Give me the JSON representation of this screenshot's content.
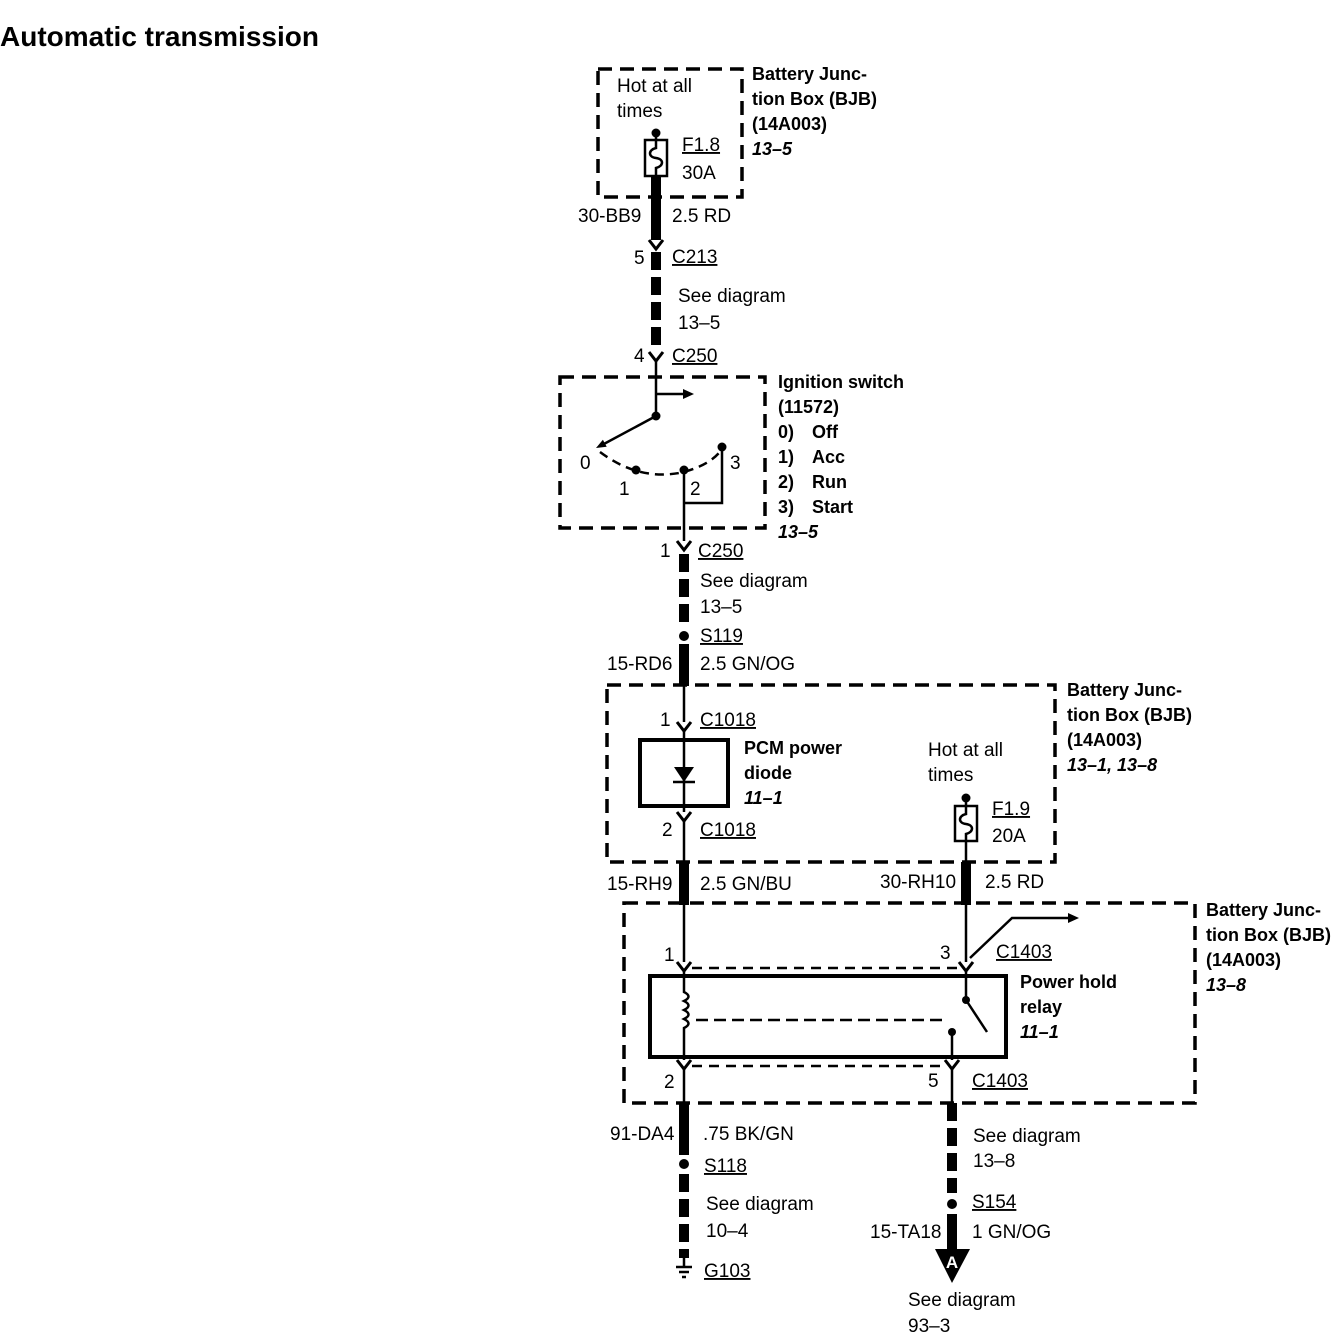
{
  "title": "Automatic transmission",
  "bjb_fuse_f18": {
    "supply": [
      "Hot at all",
      "times"
    ],
    "fuse_id": "F1.8",
    "fuse_rating": "30A",
    "component": [
      "Battery Junc-",
      "tion Box (BJB)",
      "(14A003)"
    ],
    "ref": "13–5"
  },
  "wire_30_bb9": {
    "circuit": "30-BB9",
    "spec": "2.5 RD"
  },
  "connector_c213": {
    "pin": "5",
    "id": "C213"
  },
  "see_diagram_1": [
    "See diagram",
    "13–5"
  ],
  "connector_c250_in": {
    "pin": "4",
    "id": "C250"
  },
  "ignition_switch": {
    "component": [
      "Ignition switch",
      "(11572)"
    ],
    "positions": [
      {
        "num": "0)",
        "name": "Off"
      },
      {
        "num": "1)",
        "name": "Acc"
      },
      {
        "num": "2)",
        "name": "Run"
      },
      {
        "num": "3)",
        "name": "Start"
      }
    ],
    "position_marks": [
      "0",
      "1",
      "2",
      "3"
    ],
    "ref": "13–5"
  },
  "connector_c250_out": {
    "pin": "1",
    "id": "C250"
  },
  "see_diagram_2": [
    "See diagram",
    "13–5"
  ],
  "splice_s119": "S119",
  "wire_15_rd6": {
    "circuit": "15-RD6",
    "spec": "2.5 GN/OG"
  },
  "bjb_diode": {
    "connector_in": {
      "pin": "1",
      "id": "C1018"
    },
    "diode": [
      "PCM power",
      "diode"
    ],
    "diode_ref": "11–1",
    "connector_out": {
      "pin": "2",
      "id": "C1018"
    },
    "supply": [
      "Hot at all",
      "times"
    ],
    "fuse_id": "F1.9",
    "fuse_rating": "20A",
    "component": [
      "Battery Junc-",
      "tion Box (BJB)",
      "(14A003)"
    ],
    "ref": "13–1, 13–8"
  },
  "wire_15_rh9": {
    "circuit": "15-RH9",
    "spec": "2.5 GN/BU"
  },
  "wire_30_rh10": {
    "circuit": "30-RH10",
    "spec": "2.5 RD"
  },
  "bjb_relay": {
    "pin_1": "1",
    "pin_3": "3",
    "connector_top": "C1403",
    "relay": [
      "Power hold",
      "relay"
    ],
    "relay_ref": "11–1",
    "component": [
      "Battery Junc-",
      "tion Box (BJB)",
      "(14A003)"
    ],
    "ref": "13–8",
    "pin_2": "2",
    "pin_5": "5",
    "connector_bottom": "C1403"
  },
  "wire_91_da4": {
    "circuit": "91-DA4",
    "spec": ".75 BK/GN"
  },
  "splice_s118": "S118",
  "see_diagram_3": [
    "See diagram",
    "10–4"
  ],
  "ground_g103": "G103",
  "see_diagram_4": [
    "See diagram",
    "13–8"
  ],
  "splice_s154": "S154",
  "wire_15_ta18": {
    "circuit": "15-TA18",
    "spec": "1 GN/OG"
  },
  "connector_a": {
    "letter": "A",
    "see": [
      "See diagram",
      "93–3"
    ]
  }
}
